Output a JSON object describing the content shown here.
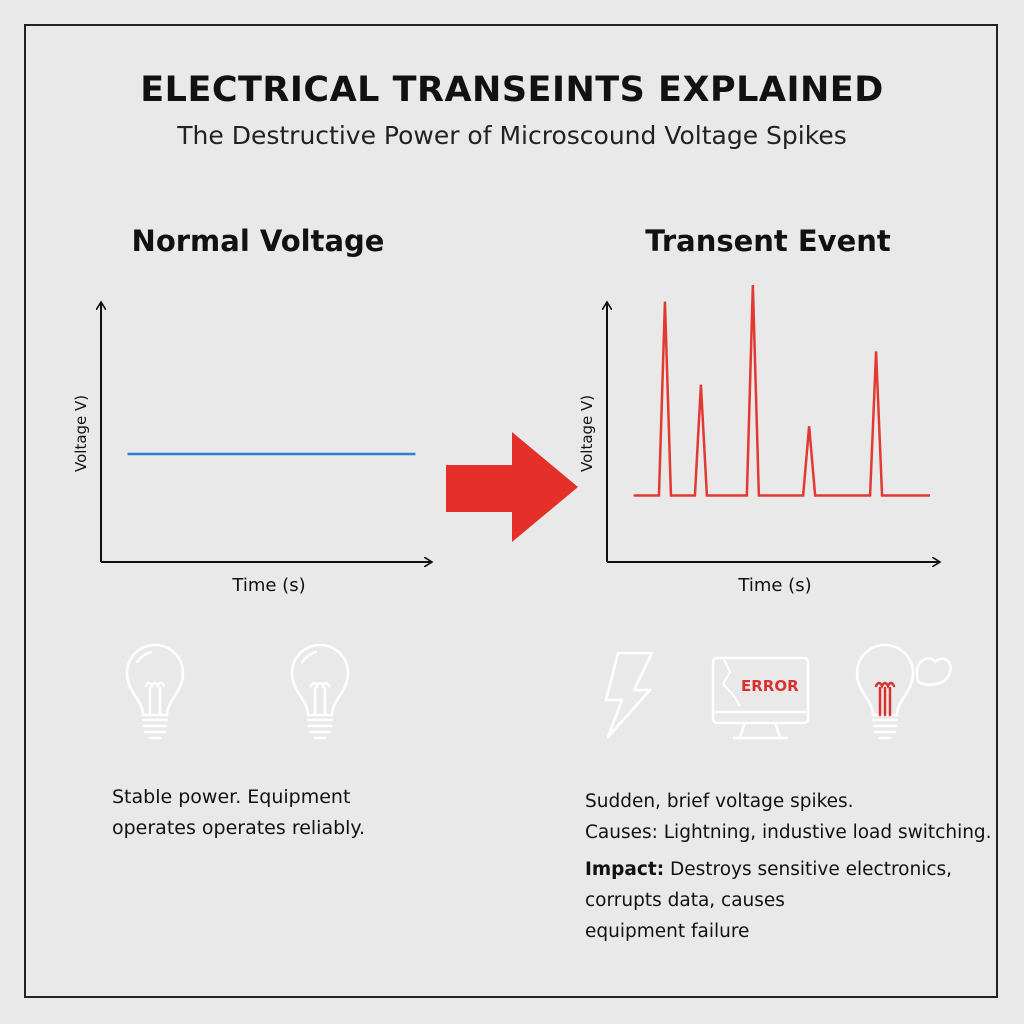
{
  "title": "ELECTRICAL TRANSEINTS EXPLAINED",
  "subtitle": "The Destructive Power of Microscound Voltage Spikes",
  "left_panel": {
    "title": "Normal Voltage",
    "description": [
      "Stable power. Equipment",
      "operates operates reliably."
    ]
  },
  "right_panel": {
    "title": "Transent Event",
    "error_text": "ERROR",
    "description": [
      "Sudden, brief voltage spikes.",
      "Causes: Lightning, industive load switching."
    ],
    "impact_label": "Impact:",
    "impact_text": [
      " Destroys sensitive electronics,",
      "corrupts data, causes",
      "equipment failure"
    ]
  },
  "colors": {
    "normal": "#2b7fd4",
    "transient": "#e23a32",
    "arrow": "#e5302a"
  },
  "chart_data": [
    {
      "type": "line",
      "title": "Normal Voltage",
      "xlabel": "Time (s)",
      "ylabel": "Voltage V)",
      "xlim": [
        0,
        100
      ],
      "ylim": [
        0,
        10
      ],
      "series": [
        {
          "name": "normal",
          "x": [
            8,
            95
          ],
          "y": [
            3.9,
            3.9
          ]
        }
      ]
    },
    {
      "type": "line",
      "title": "Transent Event",
      "xlabel": "Time (s)",
      "ylabel": "Voltage V)",
      "xlim": [
        0,
        100
      ],
      "ylim": [
        0,
        10
      ],
      "baseline": 2.4,
      "range": [
        8,
        97
      ],
      "spikes": [
        {
          "t": 17.4,
          "v": 9.4
        },
        {
          "t": 28.2,
          "v": 6.4
        },
        {
          "t": 43.8,
          "v": 10.0
        },
        {
          "t": 60.7,
          "v": 4.9
        },
        {
          "t": 80.8,
          "v": 7.6
        }
      ]
    }
  ]
}
